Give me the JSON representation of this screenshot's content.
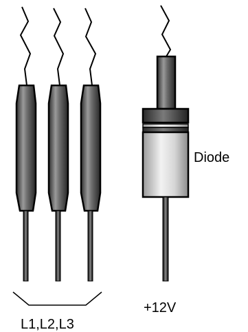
{
  "labels": {
    "diode": "Diode",
    "voltage": "+12V",
    "inductors": "L1,L2,L3"
  },
  "colors": {
    "outline": "#000000",
    "body_dark": "#4a4a4a",
    "body_light": "#dcdcdc",
    "background": "#ffffff"
  },
  "components": {
    "inductors": [
      "L1",
      "L2",
      "L3"
    ],
    "diode": "Diode"
  }
}
